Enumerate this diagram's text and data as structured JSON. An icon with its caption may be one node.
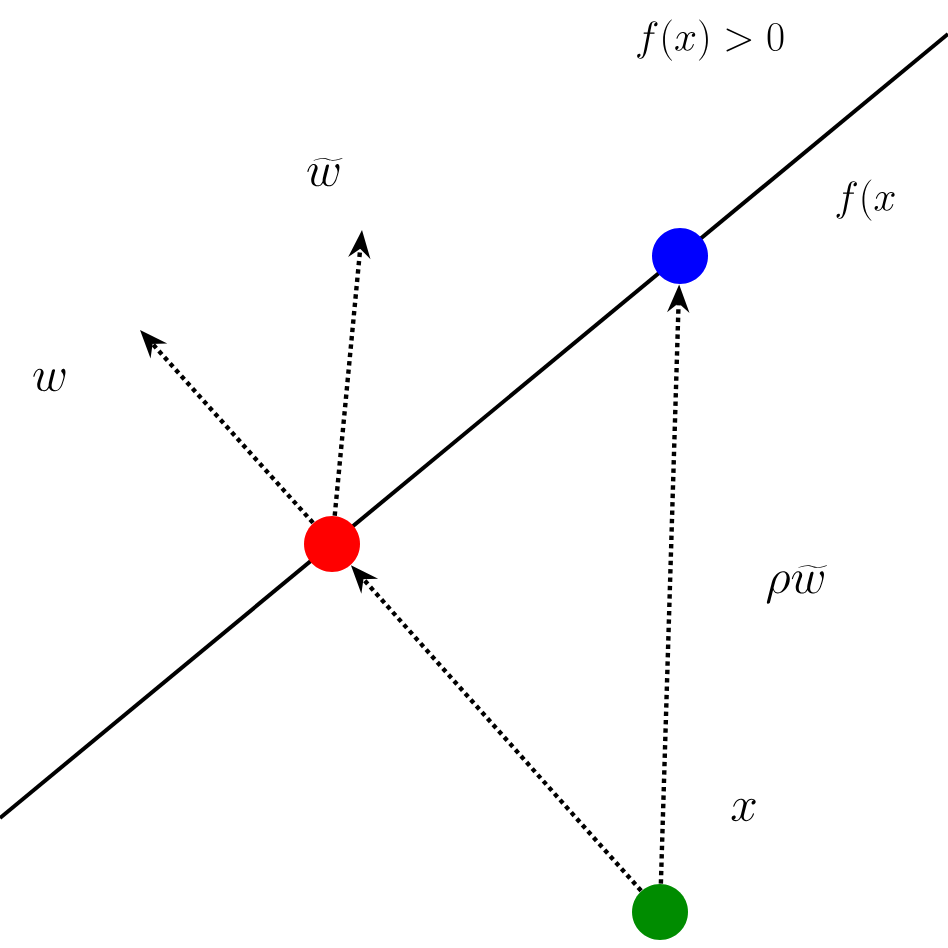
{
  "diagram": {
    "nodes": [
      {
        "text": [],
        "shape": "circle"
      },
      {
        "text": [],
        "shape": "circle"
      },
      {
        "text": [],
        "shape": "circle",
        "beside": [
          "x"
        ]
      }
    ],
    "edges": [
      {
        "from": 2,
        "to": 0,
        "arrow": "to"
      },
      {
        "from": 2,
        "to": 1,
        "arrow": "to",
        "label": "\\rho\\widetilde{w}"
      },
      {
        "from": 0,
        "to": null,
        "arrow": "to",
        "label": "w"
      },
      {
        "from": 0,
        "to": null,
        "arrow": "to",
        "label": "\\widetilde{w}"
      }
    ],
    "labels": [
      "f(x) > 0",
      "f(x"
    ]
  }
}
